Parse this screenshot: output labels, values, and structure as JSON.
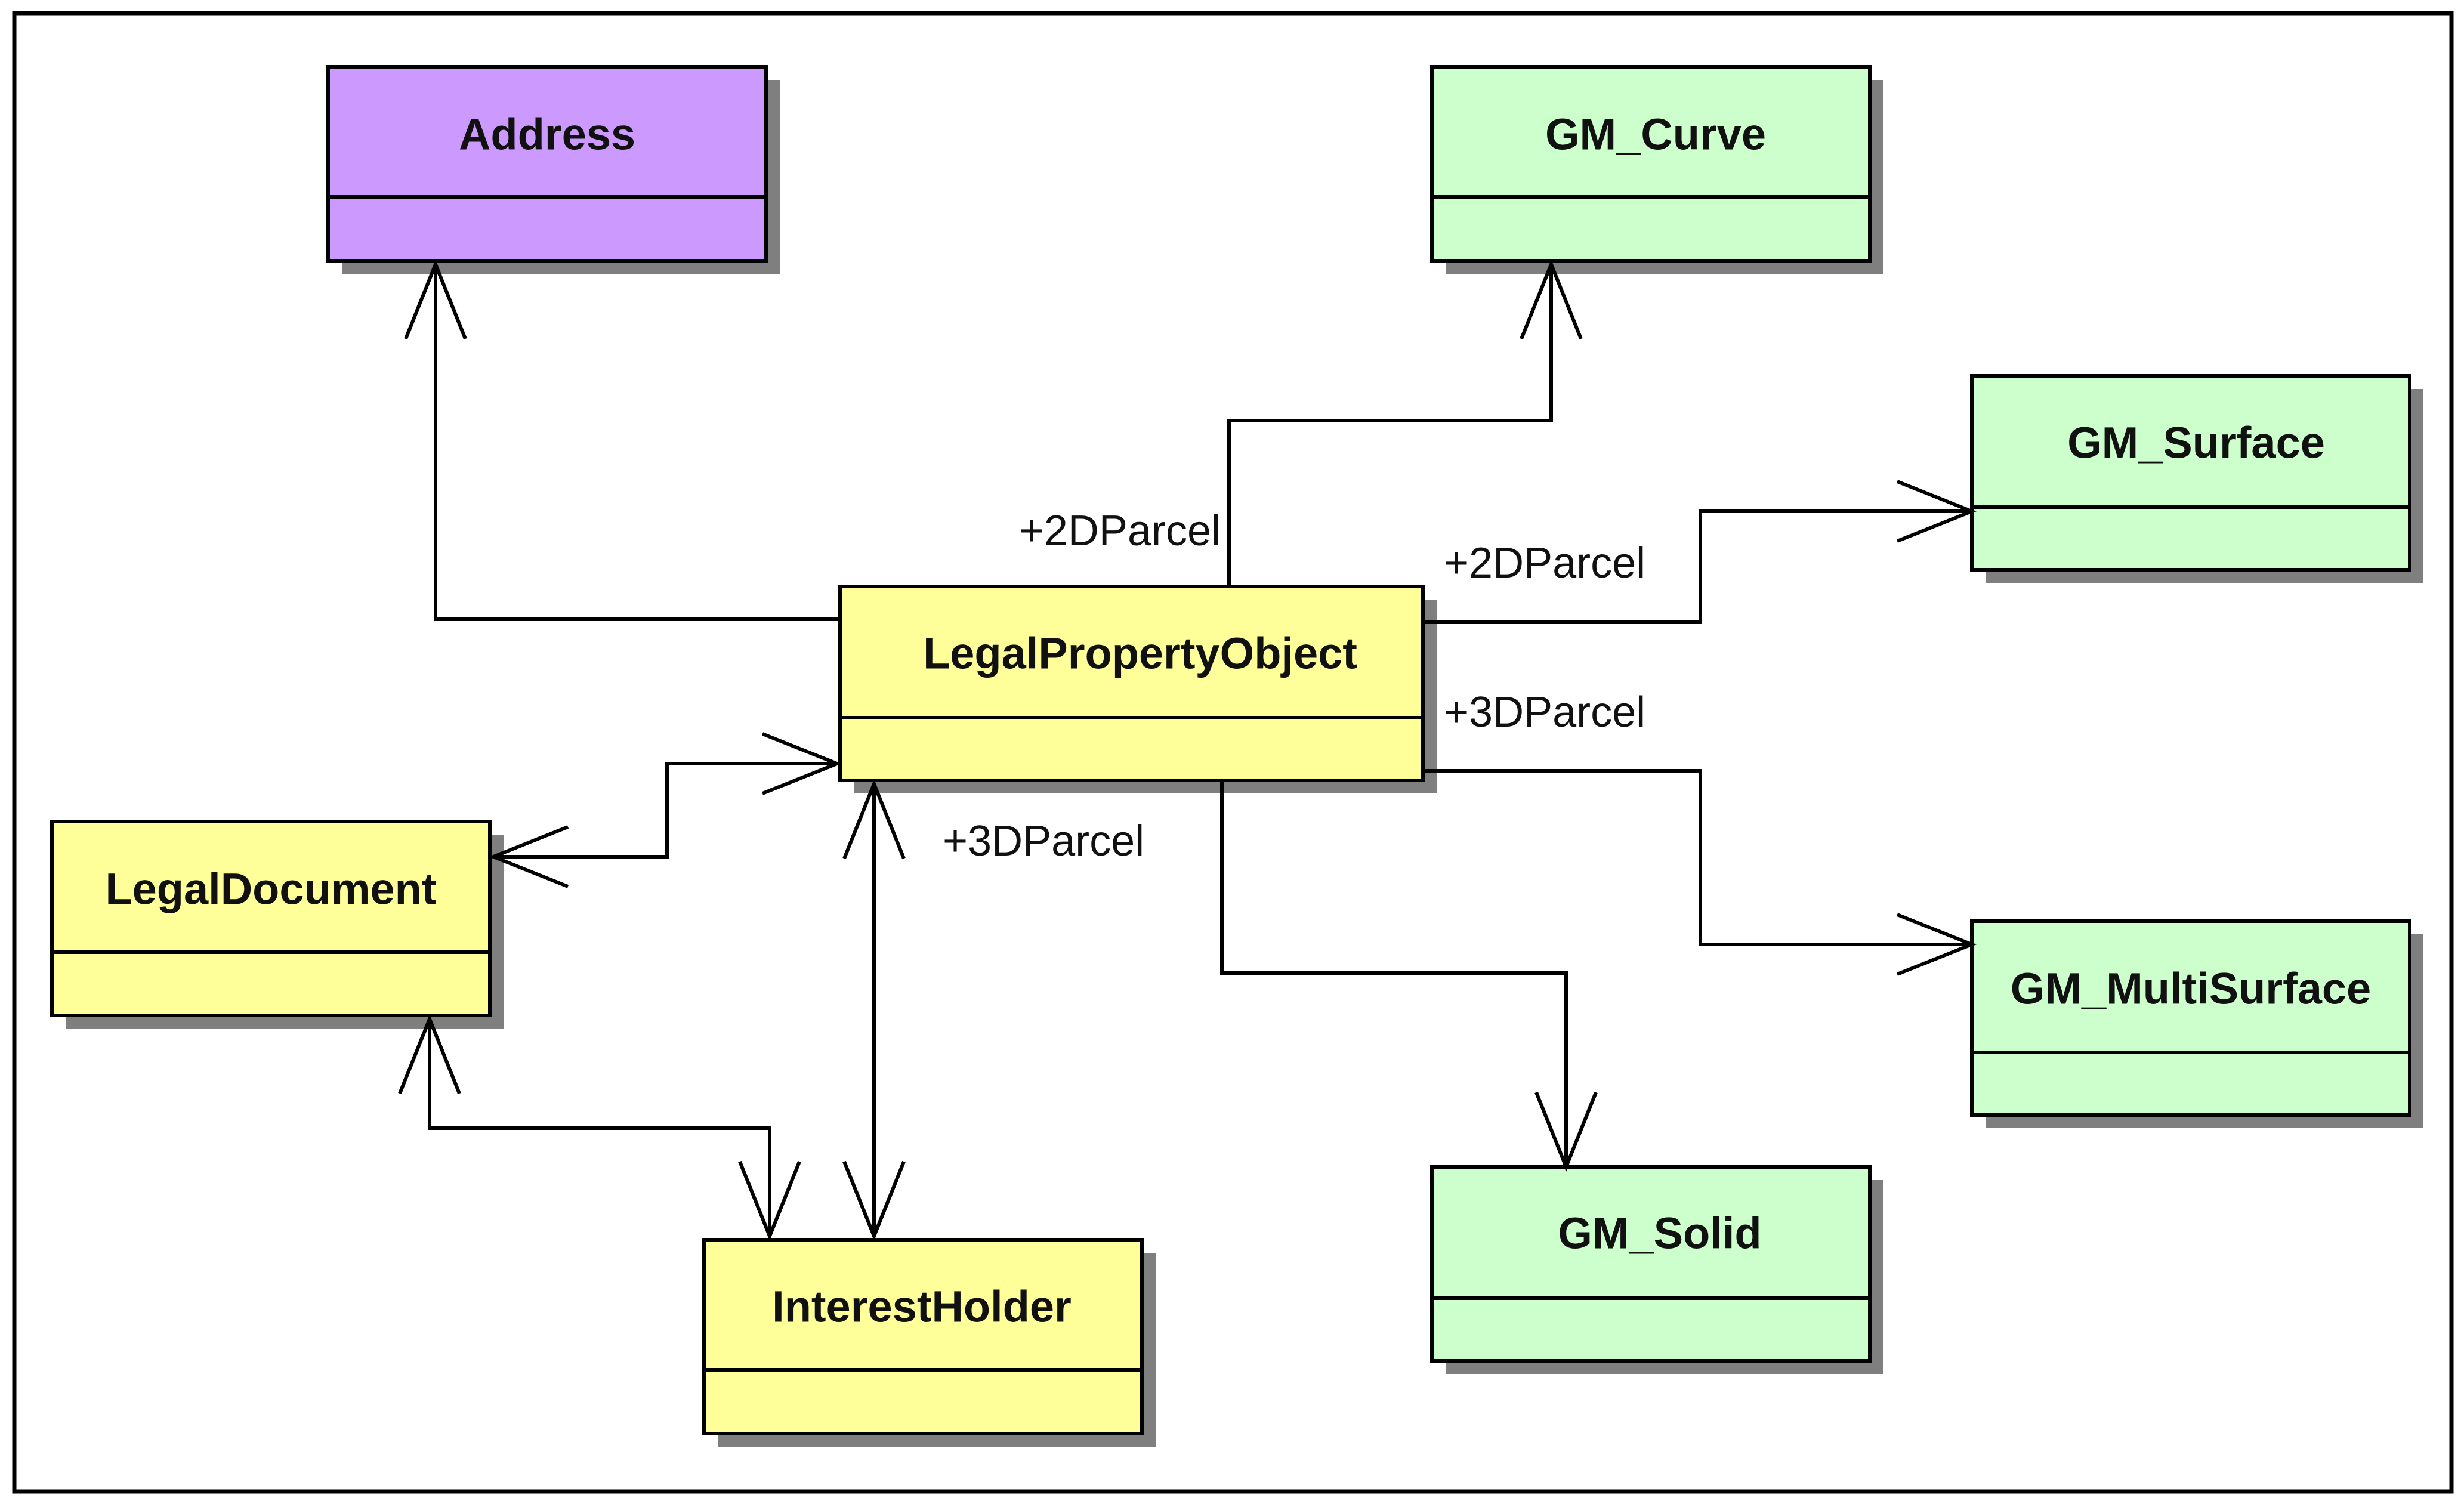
{
  "colors": {
    "purple": "#cc99ff",
    "green": "#ccffcc",
    "yellow": "#ffff99",
    "border": "#000000",
    "shadow": "#7f7f7f"
  },
  "classes": {
    "address": {
      "name": "Address",
      "color": "purple"
    },
    "gm_curve": {
      "name": "GM_Curve",
      "color": "green"
    },
    "gm_surface": {
      "name": "GM_Surface",
      "color": "green"
    },
    "legal_property_object": {
      "name": "LegalPropertyObject",
      "color": "yellow"
    },
    "legal_document": {
      "name": "LegalDocument",
      "color": "yellow"
    },
    "gm_multisurface": {
      "name": "GM_MultiSurface",
      "color": "green"
    },
    "gm_solid": {
      "name": "GM_Solid",
      "color": "green"
    },
    "interest_holder": {
      "name": "InterestHolder",
      "color": "yellow"
    }
  },
  "roles": {
    "curve_role": "+2DParcel",
    "surface_role": "+2DParcel",
    "multisurface_role": "+3DParcel",
    "solid_role": "+3DParcel"
  }
}
